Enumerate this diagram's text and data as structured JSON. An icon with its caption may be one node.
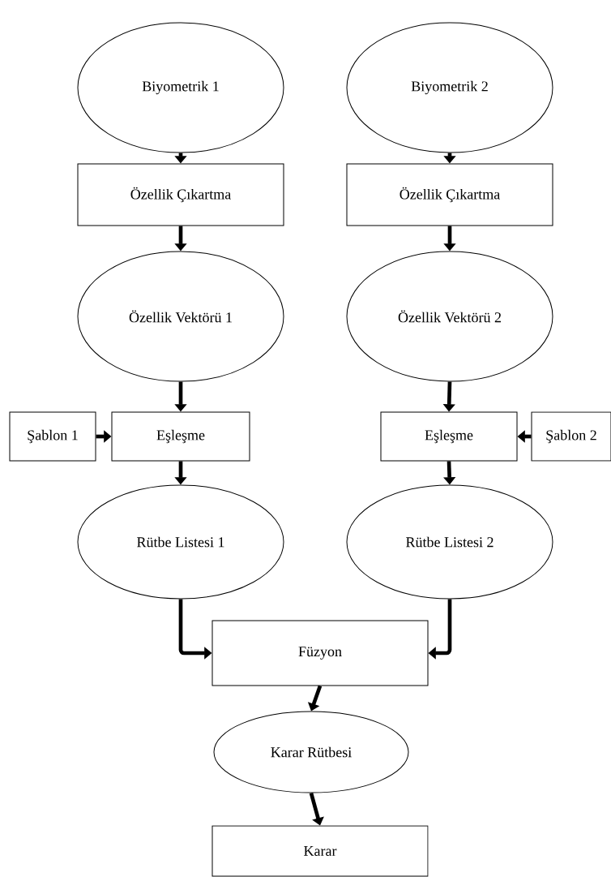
{
  "diagram": {
    "nodes": [
      {
        "text": [
          "Biyometrik 1"
        ]
      },
      {
        "text": [
          "Biyometrik 2"
        ]
      },
      {
        "text": [
          "Özellik Çıkartma"
        ]
      },
      {
        "text": [
          "Özellik Çıkartma"
        ]
      },
      {
        "text": [
          "Özellik Vektörü 1"
        ]
      },
      {
        "text": [
          "Özellik Vektörü 2"
        ]
      },
      {
        "text": [
          "Şablon 1"
        ]
      },
      {
        "text": [
          "Eşleşme"
        ]
      },
      {
        "text": [
          "Eşleşme"
        ]
      },
      {
        "text": [
          "Şablon 2"
        ]
      },
      {
        "text": [
          "Rütbe Listesi 1"
        ]
      },
      {
        "text": [
          "Rütbe Listesi 2"
        ]
      },
      {
        "text": [
          "Füzyon"
        ]
      },
      {
        "text": [
          "Karar Rütbesi"
        ]
      },
      {
        "text": [
          "Karar"
        ]
      }
    ],
    "edges": [
      {
        "from": 0,
        "to": 2,
        "arrow": "to"
      },
      {
        "from": 1,
        "to": 3,
        "arrow": "to"
      },
      {
        "from": 2,
        "to": 4,
        "arrow": "to"
      },
      {
        "from": 3,
        "to": 5,
        "arrow": "to"
      },
      {
        "from": 4,
        "to": 7,
        "arrow": "to"
      },
      {
        "from": 5,
        "to": 8,
        "arrow": "to"
      },
      {
        "from": 6,
        "to": 7,
        "arrow": "to"
      },
      {
        "from": 9,
        "to": 8,
        "arrow": "to"
      },
      {
        "from": 7,
        "to": 10,
        "arrow": "to"
      },
      {
        "from": 8,
        "to": 11,
        "arrow": "to"
      },
      {
        "from": 10,
        "to": 12,
        "arrow": "to"
      },
      {
        "from": 11,
        "to": 12,
        "arrow": "to"
      },
      {
        "from": 12,
        "to": 13,
        "arrow": "to"
      },
      {
        "from": 13,
        "to": 14,
        "arrow": "to"
      }
    ]
  }
}
